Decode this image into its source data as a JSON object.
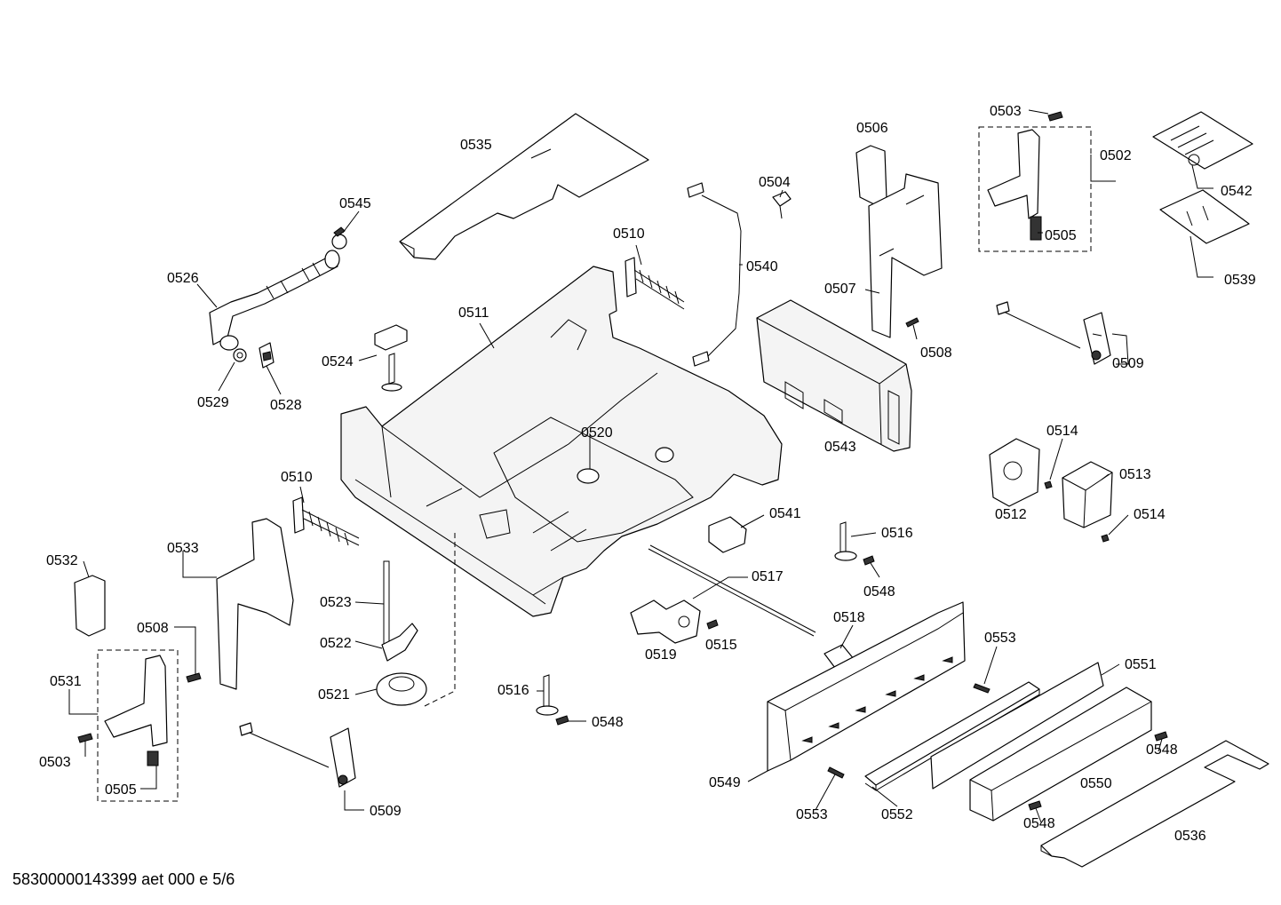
{
  "footer_text": "58300000143399 aet 000 e 5/6",
  "labels": {
    "l0503a": "0503",
    "l0502": "0502",
    "l0505a": "0505",
    "l0542": "0542",
    "l0539": "0539",
    "l0506": "0506",
    "l0504": "0504",
    "l0535": "0535",
    "l0545": "0545",
    "l0526": "0526",
    "l0510a": "0510",
    "l0540": "0540",
    "l0507": "0507",
    "l0508a": "0508",
    "l0509a": "0509",
    "l0511": "0511",
    "l0524": "0524",
    "l0529": "0529",
    "l0528": "0528",
    "l0543": "0543",
    "l0520": "0520",
    "l0514a": "0514",
    "l0513": "0513",
    "l0512": "0512",
    "l0514b": "0514",
    "l0510b": "0510",
    "l0541": "0541",
    "l0516a": "0516",
    "l0548a": "0548",
    "l0533": "0533",
    "l0532": "0532",
    "l0517": "0517",
    "l0518": "0518",
    "l0523": "0523",
    "l0553a": "0553",
    "l0508b": "0508",
    "l0519": "0519",
    "l0515": "0515",
    "l0551": "0551",
    "l0522": "0522",
    "l0531": "0531",
    "l0521": "0521",
    "l0516b": "0516",
    "l0548b": "0548",
    "l0548c": "0548",
    "l0503b": "0503",
    "l0549": "0549",
    "l0550": "0550",
    "l0505b": "0505",
    "l0509b": "0509",
    "l0553b": "0553",
    "l0552": "0552",
    "l0548d": "0548",
    "l0536": "0536"
  }
}
